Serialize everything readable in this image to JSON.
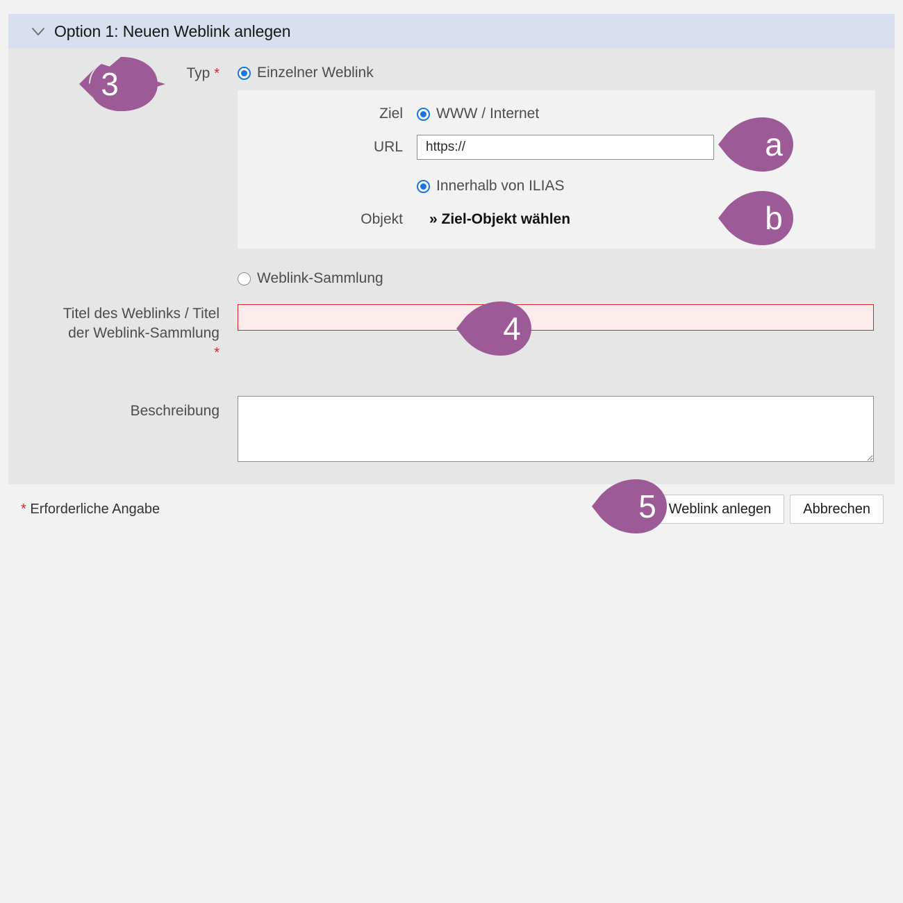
{
  "panel": {
    "header_title": "Option 1: Neuen Weblink anlegen",
    "collapse_icon": "chevron-down-icon"
  },
  "form": {
    "type_label": "Typ",
    "required_marker": "*",
    "options": [
      {
        "label": "Einzelner Weblink",
        "selected": true
      },
      {
        "label": "Weblink-Sammlung",
        "selected": false
      }
    ],
    "target": {
      "label": "Ziel",
      "www_option": "WWW / Internet",
      "www_selected": true,
      "url_label": "URL",
      "url_value": "https://",
      "ilias_option": "Innerhalb von ILIAS",
      "ilias_selected": true,
      "object_label": "Objekt",
      "object_link": "» Ziel-Objekt wählen"
    },
    "title_field": {
      "label_line1": "Titel des Weblinks / Titel",
      "label_line2": "der Weblink-Sammlung",
      "required_marker": "*",
      "value": "",
      "placeholder": "",
      "state": "error"
    },
    "description_field": {
      "label": "Beschreibung",
      "value": "",
      "placeholder": ""
    }
  },
  "footer": {
    "required_note_star": "*",
    "required_note": "Erforderliche Angabe",
    "submit_label": "Weblink anlegen",
    "cancel_label": "Abbrechen"
  },
  "callouts": [
    {
      "id": "callout-3",
      "text": "3",
      "direction": "right"
    },
    {
      "id": "callout-a",
      "text": "a",
      "direction": "left"
    },
    {
      "id": "callout-b",
      "text": "b",
      "direction": "left"
    },
    {
      "id": "callout-4",
      "text": "4",
      "direction": "left"
    },
    {
      "id": "callout-5",
      "text": "5",
      "direction": "left"
    }
  ],
  "colors": {
    "callout_purple": "#9c5a96",
    "header_blue": "#d9dfee",
    "panel_gray": "#e6e6e6",
    "subpanel_gray": "#f2f2f2",
    "error_red": "#d9232e",
    "error_fill": "#fcebeb",
    "radio_blue": "#1675e0"
  }
}
